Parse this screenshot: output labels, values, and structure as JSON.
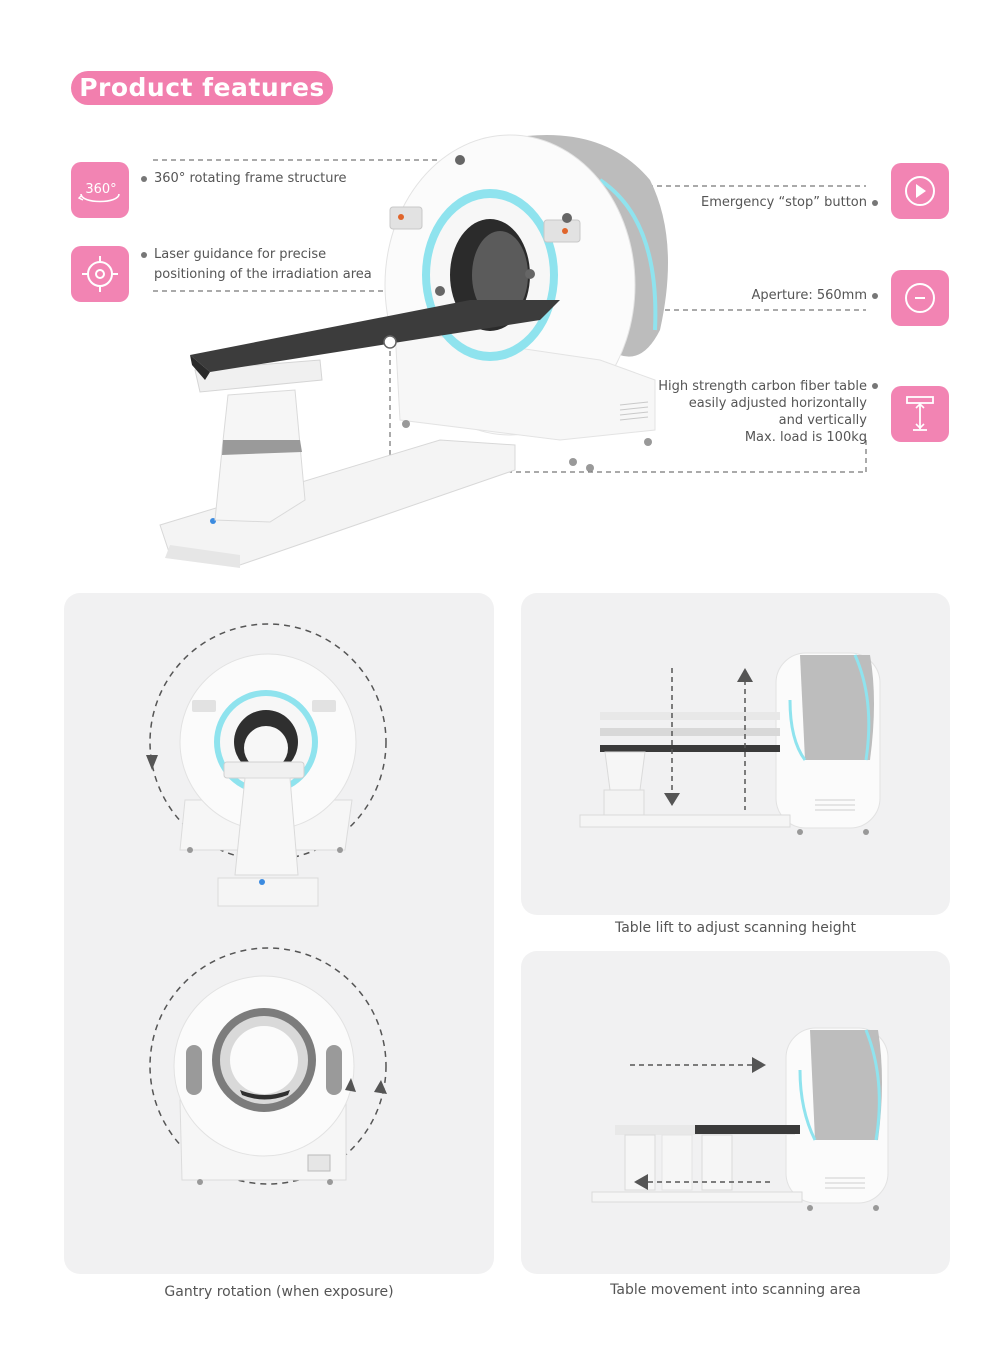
{
  "header": {
    "title": "Product features"
  },
  "features": {
    "rotating": {
      "icon": "rotation-360-icon",
      "icon_text": "360°",
      "label": "360° rotating frame structure"
    },
    "laser": {
      "icon": "laser-target-icon",
      "label_line1": "Laser guidance for precise",
      "label_line2": "positioning of the irradiation area"
    },
    "emergency": {
      "icon": "play-stop-icon",
      "label": "Emergency “stop” button"
    },
    "aperture": {
      "icon": "aperture-icon",
      "label": "Aperture: 560mm"
    },
    "table": {
      "icon": "table-lift-icon",
      "line1": "High strength carbon fiber table",
      "line2": "easily adjusted horizontally",
      "line3": "and vertically",
      "line4": "Max. load is 100kg"
    }
  },
  "captions": {
    "lift": "Table lift to adjust scanning height",
    "gantry": "Gantry rotation (when exposure)",
    "move": "Table movement into scanning area"
  },
  "colors": {
    "accent_pink": "#f27fae",
    "ring_cyan": "#8fe3ee",
    "panel_gray": "#f1f1f2",
    "shell_gray": "#bdbdbd"
  }
}
